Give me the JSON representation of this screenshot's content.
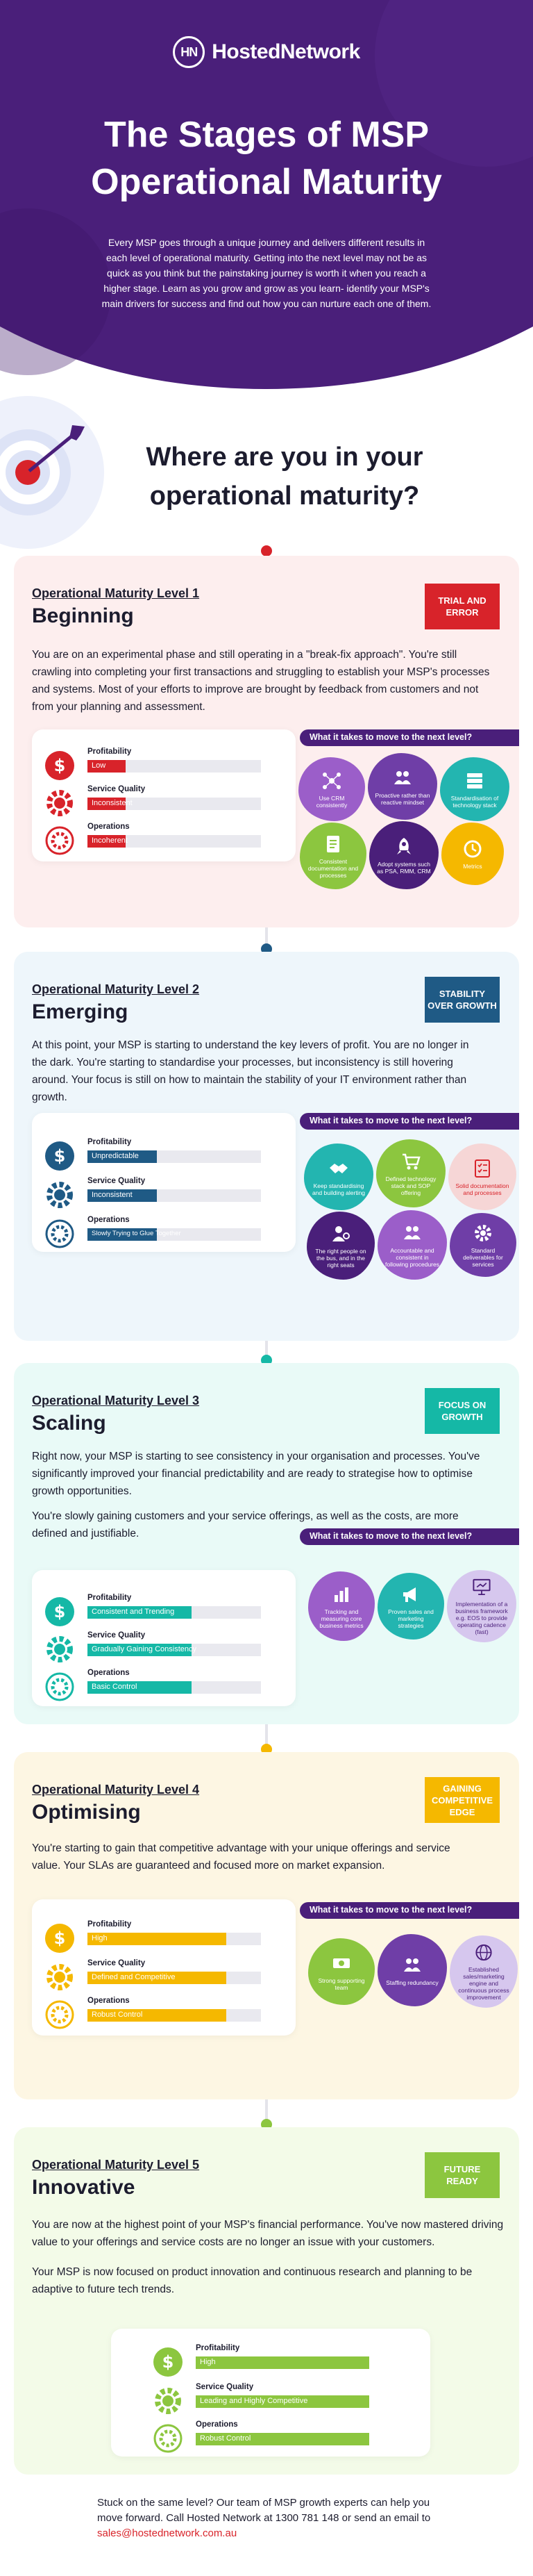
{
  "brand": {
    "logo_mark": "HN",
    "name": "HostedNetwork"
  },
  "hero": {
    "title": "The Stages of MSP Operational Maturity",
    "intro": "Every MSP goes through a unique journey and delivers different results in each level of operational maturity. Getting into the next level may not be as quick as you think but the painstaking journey is worth it when you reach a higher stage. Learn as you grow and grow as you learn- identify your MSP's main drivers for success and find out how you can nurture each one of them."
  },
  "where": {
    "heading": "Where are you in your operational maturity?"
  },
  "metric_labels": {
    "profitability": "Profitability",
    "service_quality": "Service Quality",
    "operations": "Operations"
  },
  "next_level_label": "What it takes to move to the next level?",
  "colors": {
    "hero_purple": "#4a1f7a",
    "level1": "#d8232a",
    "level2": "#1f5a85",
    "level3": "#15b8a6",
    "level4": "#f5b800",
    "level5": "#8cc63f"
  },
  "levels": [
    {
      "kicker": "Operational Maturity Level 1",
      "title": "Beginning",
      "badge": "TRIAL AND ERROR",
      "description": "You are on an experimental phase and still operating in a \"break-fix approach\". You're still crawling into completing your first transactions and struggling to establish your MSP's processes and systems. Most of your efforts to improve are brought by feedback from customers and not from your planning and assessment.",
      "metrics": [
        {
          "label": "Profitability",
          "value": "Low",
          "level": 0.22
        },
        {
          "label": "Service Quality",
          "value": "Inconsistent",
          "level": 0.22
        },
        {
          "label": "Operations",
          "value": "Incoherent",
          "level": 0.22
        }
      ],
      "steps": [
        {
          "icon": "network-icon",
          "label": "Use CRM consistently"
        },
        {
          "icon": "people-icon",
          "label": "Proactive rather than reactive mindset"
        },
        {
          "icon": "stack-icon",
          "label": "Standardisation of technology stack"
        },
        {
          "icon": "document-icon",
          "label": "Consistent documentation and processes"
        },
        {
          "icon": "rocket-icon",
          "label": "Adopt systems such as PSA, RMM, CRM"
        },
        {
          "icon": "clock-icon",
          "label": "Metrics"
        }
      ]
    },
    {
      "kicker": "Operational Maturity Level 2",
      "title": "Emerging",
      "badge": "STABILITY OVER GROWTH",
      "description": "At this point, your MSP is starting to understand the key levers of profit. You are no longer in the dark. You're starting to standardise your processes, but inconsistency is still hovering around. Your focus is still on how to maintain the stability of your IT environment rather than growth.",
      "metrics": [
        {
          "label": "Profitability",
          "value": "Unpredictable",
          "level": 0.4
        },
        {
          "label": "Service Quality",
          "value": "Inconsistent",
          "level": 0.4
        },
        {
          "label": "Operations",
          "value": "Slowly Trying to Glue Together",
          "level": 0.4
        }
      ],
      "steps": [
        {
          "icon": "handshake-icon",
          "label": "Keep standardising and building alerting"
        },
        {
          "icon": "cart-icon",
          "label": "Defined technology stack and SOP offering"
        },
        {
          "icon": "checklist-icon",
          "label": "Solid documentation and processes"
        },
        {
          "icon": "user-cog-icon",
          "label": "The right people on the bus, and in the right seats"
        },
        {
          "icon": "people-icon",
          "label": "Accountable and consistent in following procedures"
        },
        {
          "icon": "gear-icon",
          "label": "Standard deliverables for services"
        }
      ]
    },
    {
      "kicker": "Operational Maturity Level 3",
      "title": "Scaling",
      "badge": "FOCUS ON GROWTH",
      "description": "Right now, your MSP is starting to see consistency in your organisation and processes. You've significantly improved your financial predictability and are ready to strategise how to optimise growth opportunities.",
      "description2": "You're slowly gaining customers and your service offerings, as well as the costs, are more defined and justifiable.",
      "metrics": [
        {
          "label": "Profitability",
          "value": "Consistent and Trending",
          "level": 0.6
        },
        {
          "label": "Service Quality",
          "value": "Gradually Gaining Consistency",
          "level": 0.6
        },
        {
          "label": "Operations",
          "value": "Basic Control",
          "level": 0.6
        }
      ],
      "steps": [
        {
          "icon": "chart-icon",
          "label": "Tracking and measuring core business metrics"
        },
        {
          "icon": "megaphone-icon",
          "label": "Proven sales and marketing strategies"
        },
        {
          "icon": "presentation-icon",
          "label": "Implementation of a business framework e.g. EOS to provide operating cadence (fast)"
        }
      ]
    },
    {
      "kicker": "Operational Maturity Level 4",
      "title": "Optimising",
      "badge": "GAINING COMPETITIVE EDGE",
      "description": "You're starting to gain that competitive advantage with your unique offerings and service value. Your SLAs are guaranteed and focused more on market expansion.",
      "metrics": [
        {
          "label": "Profitability",
          "value": "High",
          "level": 0.8
        },
        {
          "label": "Service Quality",
          "value": "Defined and Competitive",
          "level": 0.8
        },
        {
          "label": "Operations",
          "value": "Robust Control",
          "level": 0.8
        }
      ],
      "steps": [
        {
          "icon": "money-icon",
          "label": "Strong supporting team"
        },
        {
          "icon": "people-icon",
          "label": "Staffing redundancy"
        },
        {
          "icon": "globe-icon",
          "label": "Established sales/marketing engine and continuous process improvement"
        }
      ]
    },
    {
      "kicker": "Operational Maturity Level 5",
      "title": "Innovative",
      "badge": "FUTURE READY",
      "description": "You are now at the highest point of your MSP's financial performance. You've now mastered driving value to your offerings and service costs are no longer an issue with your customers.",
      "description2": "Your MSP is now focused on product innovation and continuous research and planning to be adaptive to future tech trends.",
      "metrics": [
        {
          "label": "Profitability",
          "value": "High",
          "level": 1.0
        },
        {
          "label": "Service Quality",
          "value": "Leading and Highly Competitive",
          "level": 1.0
        },
        {
          "label": "Operations",
          "value": "Robust Control",
          "level": 1.0
        }
      ],
      "steps": []
    }
  ],
  "footer": {
    "text": "Stuck on the same level? Our team of MSP growth experts can help you move forward. Call Hosted Network at 1300 781 148  or send an email to ",
    "email": "sales@hostednetwork.com.au"
  }
}
